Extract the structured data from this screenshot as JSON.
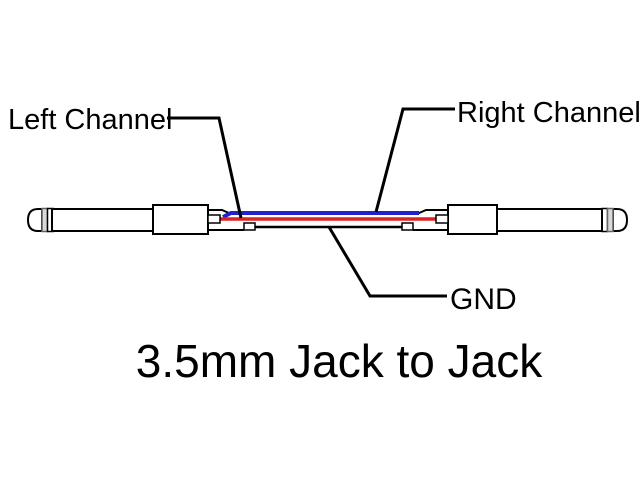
{
  "diagram": {
    "title": "3.5mm Jack to Jack",
    "labels": {
      "left_channel": "Left Channel",
      "right_channel": "Right Channel",
      "gnd": "GND"
    },
    "colors": {
      "left_channel_red": "#dd2222",
      "right_channel_blue": "#2222cc",
      "gnd_black": "#000000",
      "outline": "#000000",
      "background": "#ffffff"
    }
  }
}
